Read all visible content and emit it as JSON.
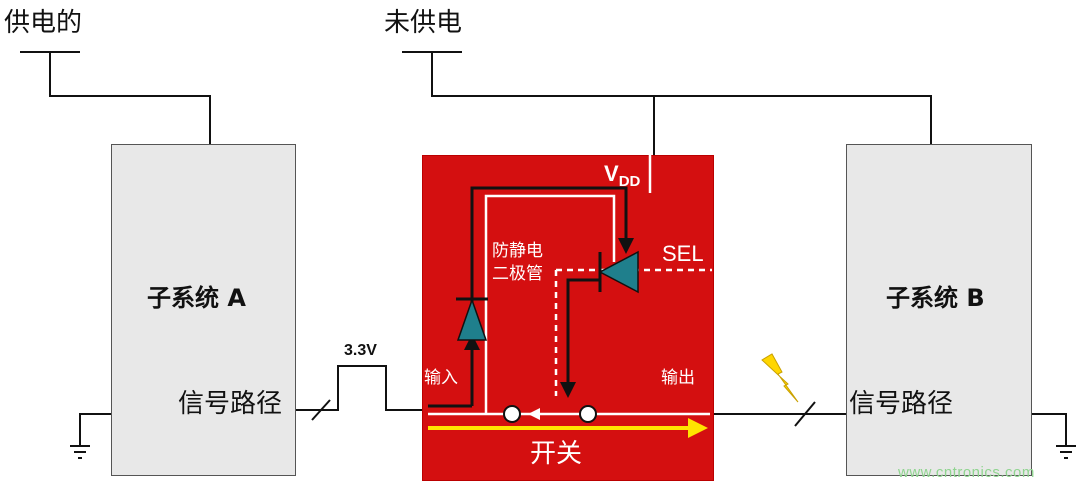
{
  "labels": {
    "powered": "供电的",
    "unpowered": "未供电",
    "subsystem_a": "子系统 A",
    "subsystem_b": "子系统 B",
    "signal_path_a": "信号路径",
    "signal_path_b": "信号路径",
    "pulse_voltage": "3.3V",
    "vdd_main": "V",
    "vdd_sub": "DD",
    "sel": "SEL",
    "esd_diode": "防静电\n二极管",
    "input": "输入",
    "output": "输出",
    "switch": "开关"
  },
  "watermark": "www.cntronics.com",
  "colors": {
    "switch_fill": "#d40f10",
    "block_fill": "#e8e8e8",
    "diode_fill": "#1f7f8c",
    "signal_arrow": "#ffe400",
    "wire": "#111111",
    "lightning": "#ffd600"
  }
}
